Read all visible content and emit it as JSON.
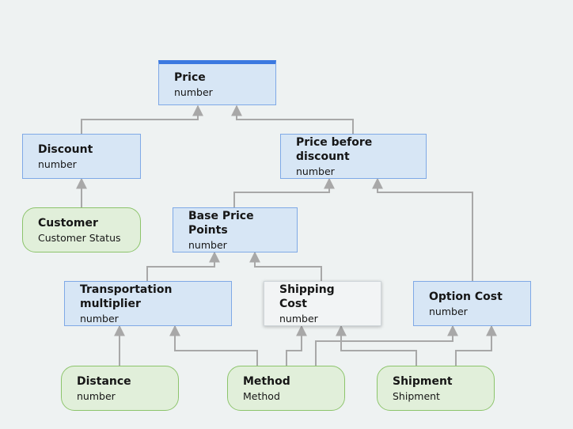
{
  "nodes": {
    "price": {
      "title": "Price",
      "type": "number"
    },
    "discount": {
      "title": "Discount",
      "type": "number"
    },
    "price_before_discount": {
      "title": "Price before discount",
      "type": "number"
    },
    "customer": {
      "title": "Customer",
      "type": "Customer Status"
    },
    "base_price_points": {
      "title": "Base Price Points",
      "type": "number"
    },
    "transportation_multiplier": {
      "title": "Transportation multiplier",
      "type": "number"
    },
    "shipping_cost": {
      "title": "Shipping Cost",
      "type": "number"
    },
    "option_cost": {
      "title": "Option Cost",
      "type": "number"
    },
    "distance": {
      "title": "Distance",
      "type": "number"
    },
    "method": {
      "title": "Method",
      "type": "Method"
    },
    "shipment": {
      "title": "Shipment",
      "type": "Shipment"
    }
  },
  "colors": {
    "decision_fill": "#d7e6f5",
    "decision_border": "#7fa9e6",
    "top_accent": "#3b79e0",
    "input_fill": "#e1efda",
    "input_border": "#8cc46b",
    "edge": "#a8a8a8"
  }
}
